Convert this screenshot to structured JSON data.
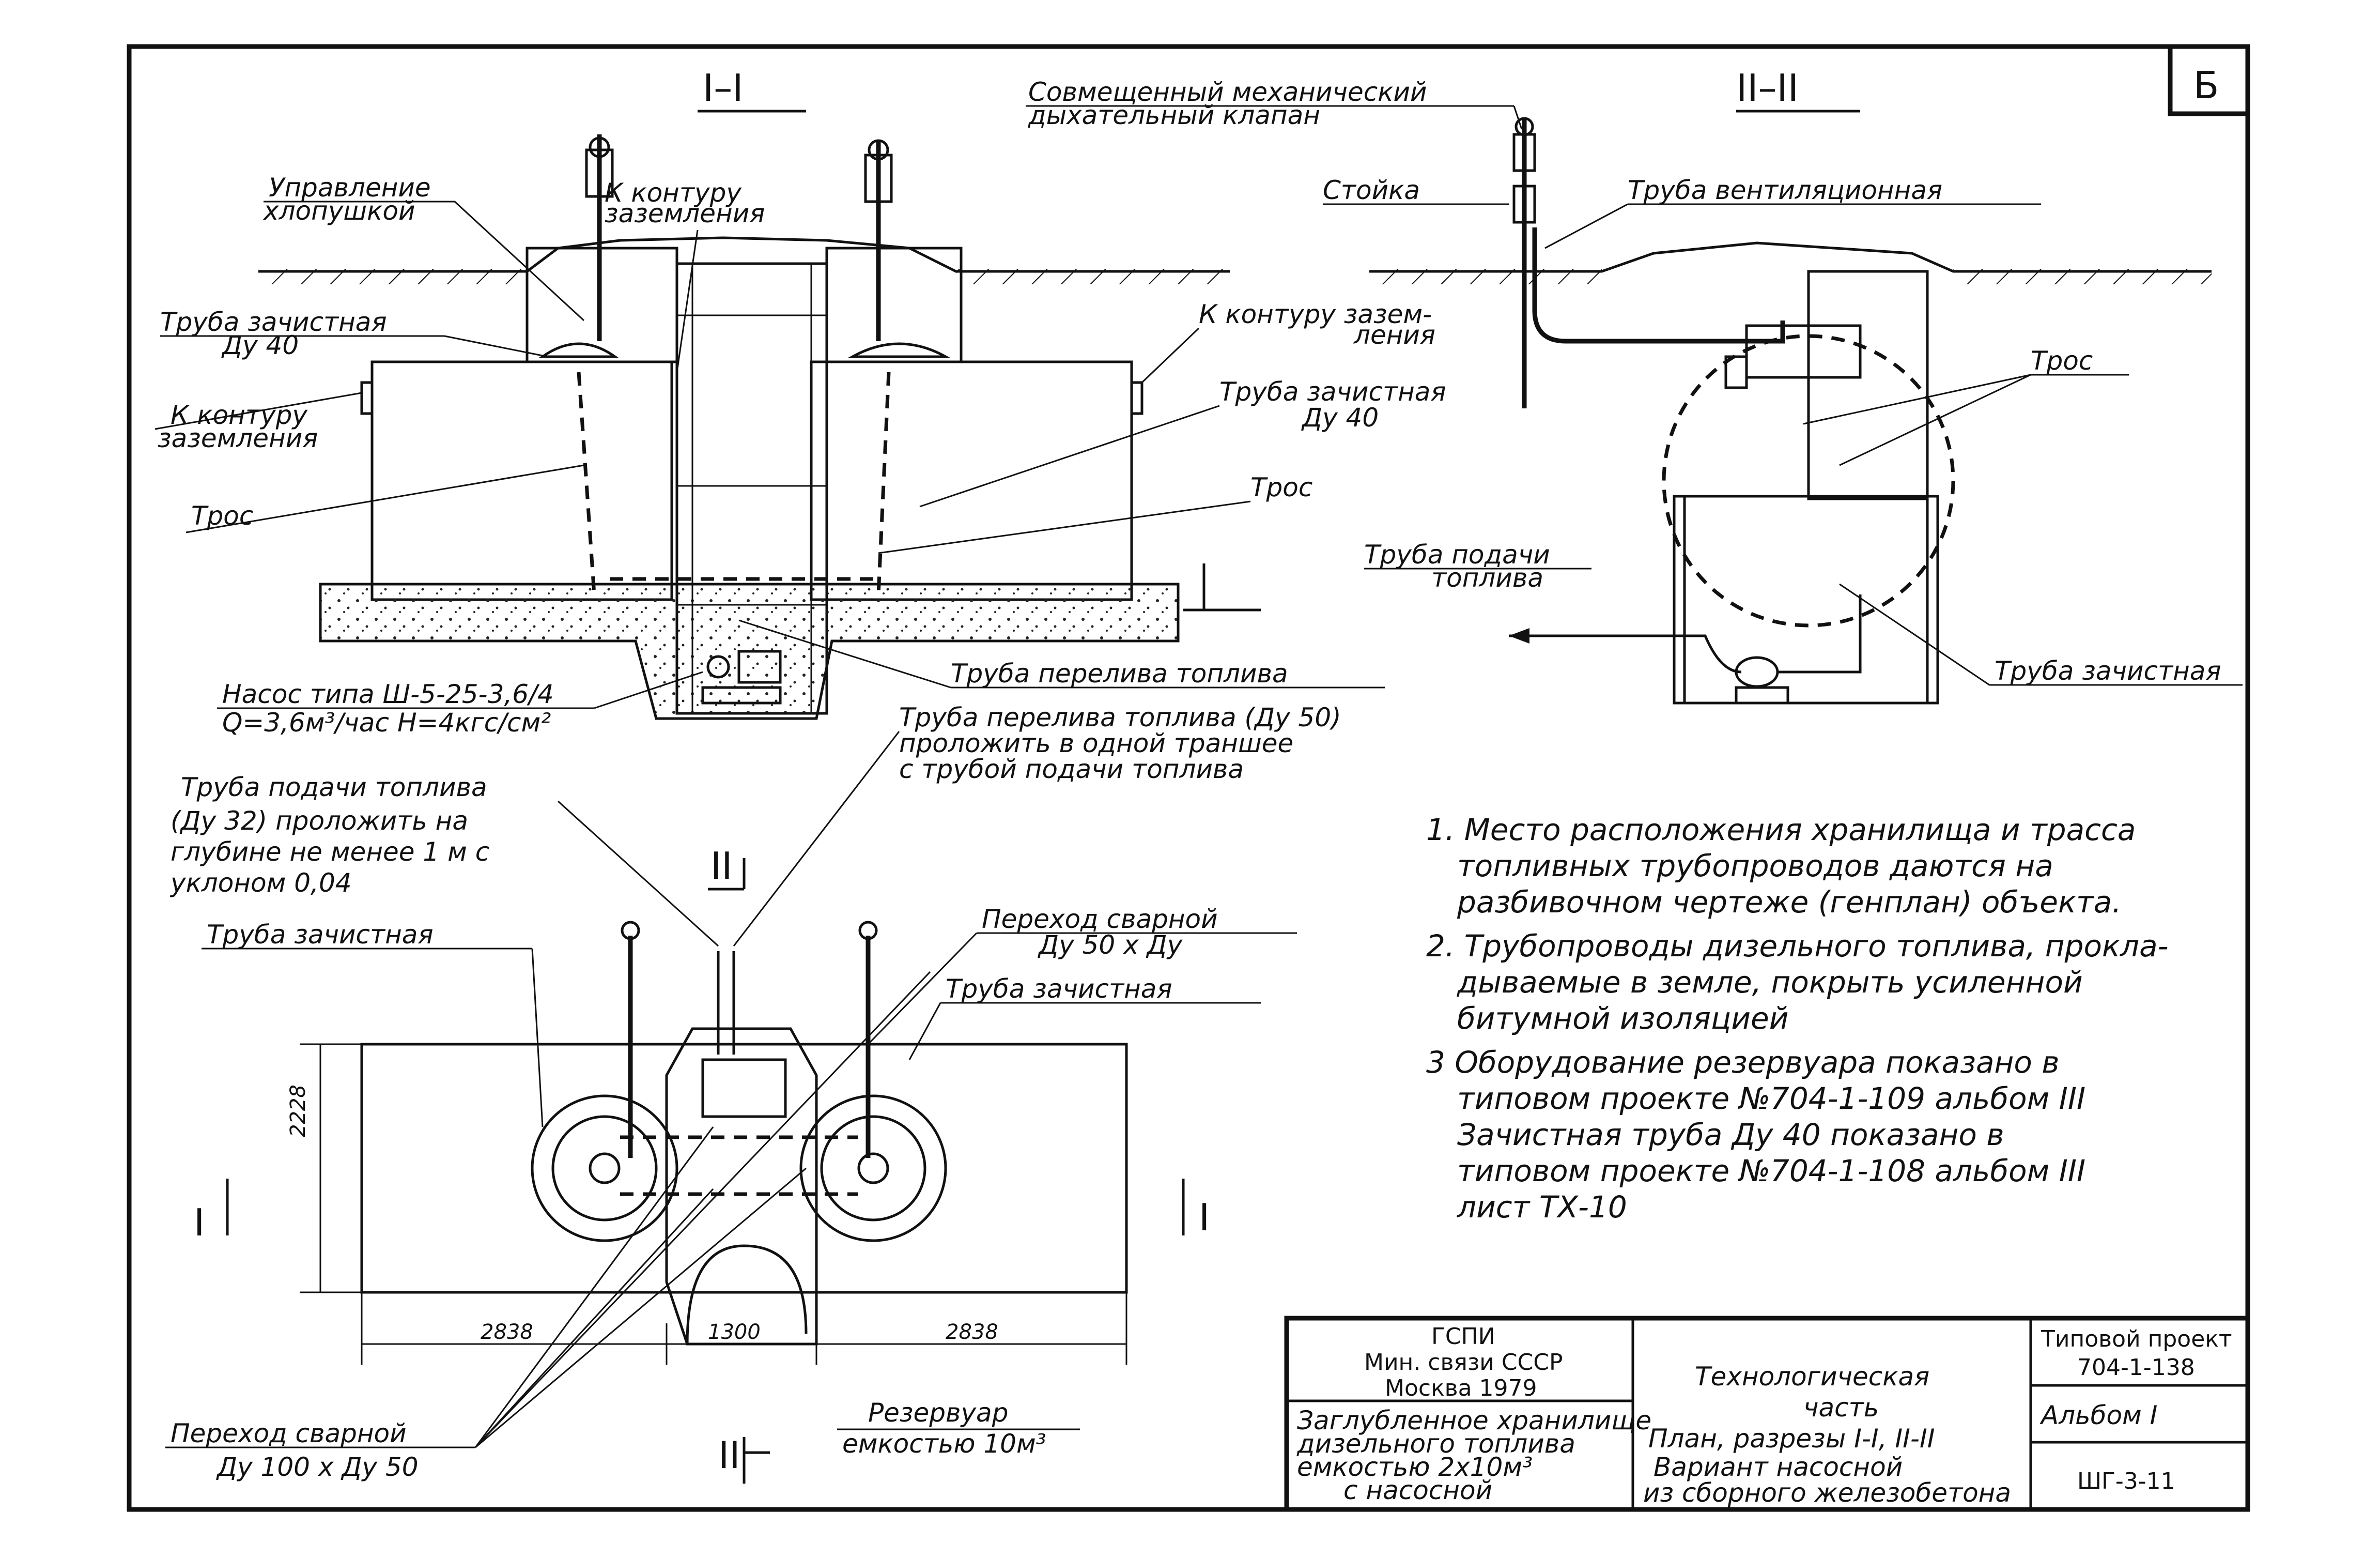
{
  "sheet_letter": "Б",
  "section_1": {
    "title": "I–I",
    "labels": {
      "flap_control": [
        "Управление",
        "хлопушкой"
      ],
      "ground_loop_top": [
        "К контуру",
        "заземления"
      ],
      "strip_pipe_left": [
        "Труба зачистная",
        "Ду 40"
      ],
      "ground_loop_left": [
        "К контуру",
        "заземления"
      ],
      "ground_loop_right": [
        "К контуру зазем-",
        "ления"
      ],
      "strip_pipe_right": [
        "Труба зачистная",
        "Ду 40"
      ],
      "cable_left": "Трос",
      "cable_right": "Трос",
      "pump": [
        "Насос типа Ш-5-25-3,6/4",
        "Q=3,6м³/час  Н=4кгс/см²"
      ],
      "overflow_pipe": "Труба перелива топлива"
    }
  },
  "section_2": {
    "title": "II–II",
    "labels": {
      "breather_valve": [
        "Совмещенный механический",
        "дыхательный клапан"
      ],
      "post": "Стойка",
      "vent_pipe": "Труба вентиляционная",
      "cable": "Трос",
      "feed_pipe": [
        "Труба подачи",
        "топлива"
      ],
      "strip_pipe": "Труба зачистная"
    }
  },
  "plan": {
    "labels": {
      "overflow_pipe": [
        "Труба перелива топлива (Ду 50)",
        "проложить в одной траншее",
        "с трубой подачи топлива"
      ],
      "feed_pipe": [
        "Труба подачи топлива",
        "(Ду 32) проложить на",
        "глубине не менее 1 м с",
        "уклоном 0,04"
      ],
      "strip_pipe_left": "Труба зачистная",
      "welded_transition_top": [
        "Переход сварной",
        "Ду 50 х Ду"
      ],
      "strip_pipe_right": "Труба зачистная",
      "welded_transition_bottom": [
        "Переход сварной",
        "Ду 100 х Ду 50"
      ],
      "reservoir": [
        "Резервуар",
        "емкостью 10м³"
      ],
      "section_mark_ii": "II",
      "section_mark_i_left": "I",
      "section_mark_i_right": "I",
      "section_mark_ii_bottom": "II"
    },
    "dimensions": {
      "height": "2228",
      "left_width": "2838",
      "middle_width": "1300",
      "right_width": "2838"
    }
  },
  "notes": [
    "1. Место расположения хранилища и трасса",
    "топливных трубопроводов даются на",
    "разбивочном чертеже (генплан) объекта.",
    "2. Трубопроводы дизельного топлива, прокла-",
    "дываемые в земле, покрыть усиленной",
    "битумной изоляцией",
    "3  Оборудование резервуара показано в",
    "типовом проекте №704-1-109 альбом III",
    "Зачистная труба Ду 40 показано в",
    "типовом проекте №704-1-108 альбом III",
    "лист ТХ-10"
  ],
  "title_block": {
    "org": [
      "ГСПИ",
      "Мин. связи СССР",
      "Москва 1979"
    ],
    "object": [
      "Заглубленное хранилище",
      "дизельного топлива",
      "емкостью 2х10м³",
      "с насосной"
    ],
    "section": [
      "Технологическая",
      "часть"
    ],
    "drawing": [
      "План, разрезы I-I, II-II",
      "Вариант насосной",
      "из сборного железобетона"
    ],
    "project_label": "Типовой проект",
    "project_number": "704-1-138",
    "album": "Альбом I",
    "sheet": "ШГ-3-11"
  }
}
